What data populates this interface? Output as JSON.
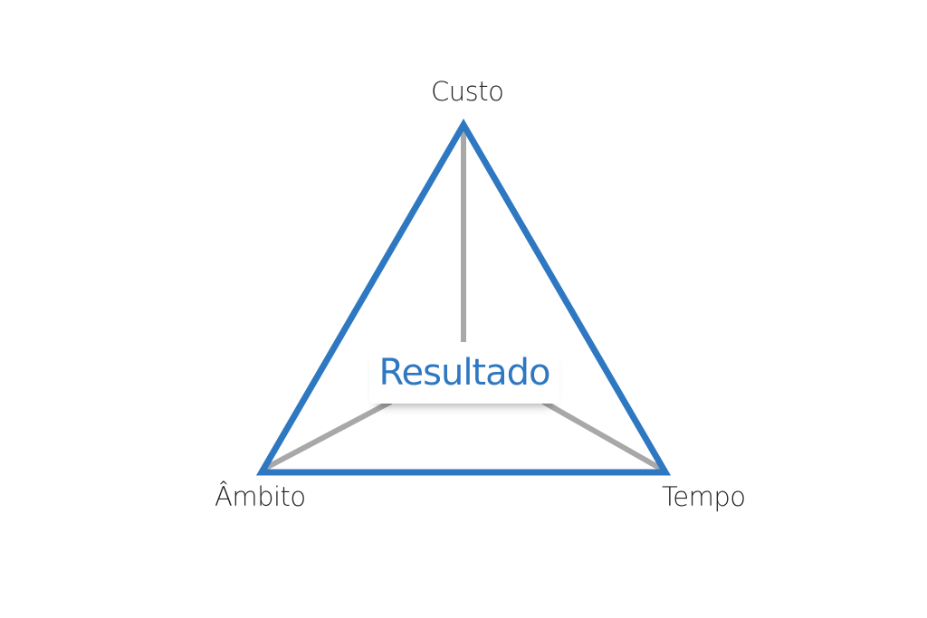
{
  "diagram": {
    "vertices": {
      "top": "Custo",
      "left": "Âmbito",
      "right": "Tempo"
    },
    "center": "Resultado"
  },
  "colors": {
    "triangle": "#2e78c2",
    "spokes": "#a8a8a8",
    "center_text": "#2e78c2",
    "vertex_text": "#222222"
  }
}
